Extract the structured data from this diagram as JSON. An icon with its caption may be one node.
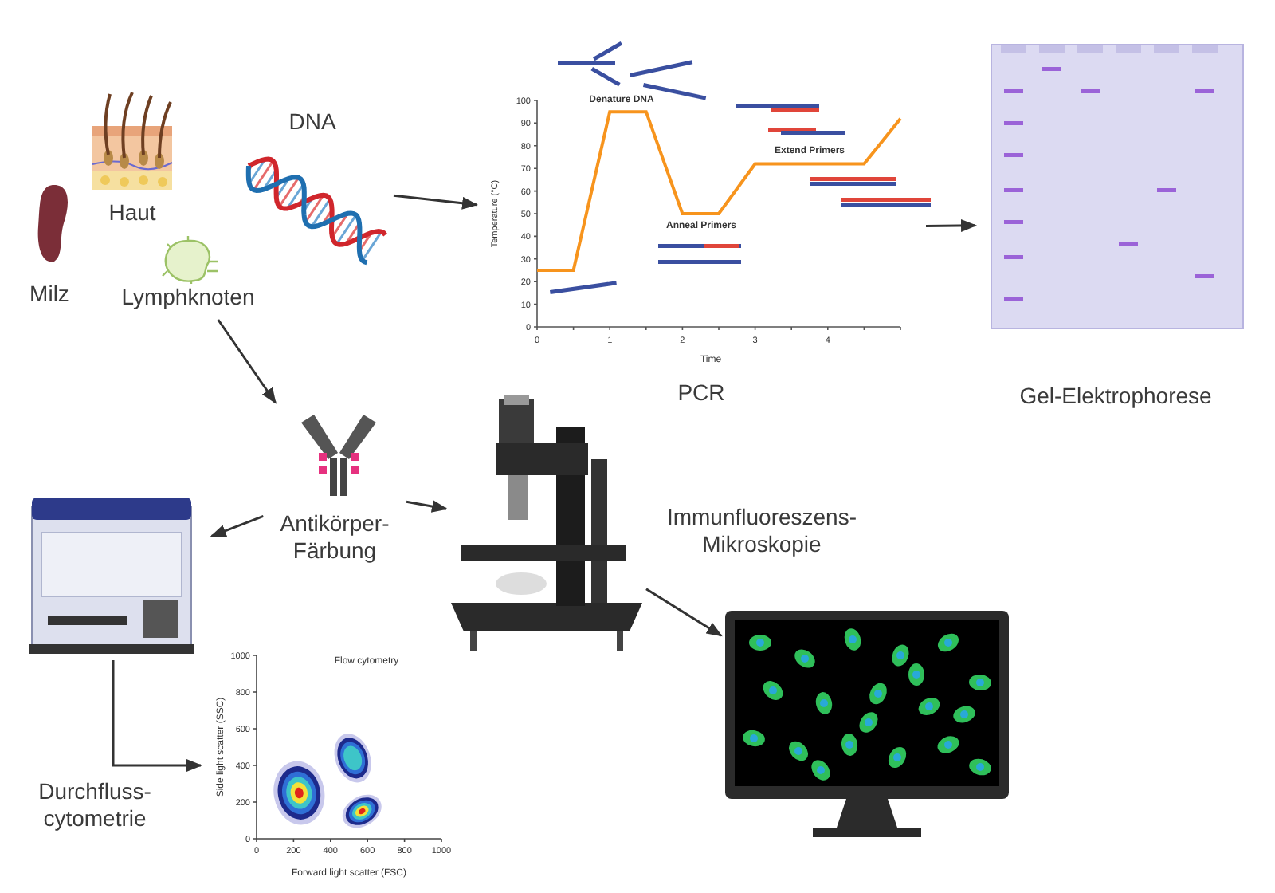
{
  "diagram": {
    "nodes": [
      {
        "text": [
          "Haut"
        ]
      },
      {
        "text": [
          "Milz"
        ]
      },
      {
        "text": [
          "Lymphknoten"
        ]
      },
      {
        "text": [
          "DNA"
        ]
      },
      {
        "text": [
          "PCR"
        ]
      },
      {
        "text": [
          "Gel-Elektrophorese"
        ]
      },
      {
        "text": [
          "Antikörper-Färbung"
        ]
      },
      {
        "text": [],
        "shape": "picture"
      },
      {
        "text": [],
        "shape": "picture",
        "beside": [
          "Immunfluoreszens-Mikroskopie"
        ]
      },
      {
        "text": [
          "Flow cytometry"
        ],
        "beside": [
          "1000",
          "800",
          "600",
          "400",
          "200",
          "0",
          "0",
          "200",
          "400",
          "600",
          "800",
          "1000",
          "Forward light scatter (FSC)",
          "Side light scatter (SSC)"
        ]
      },
      {
        "text": [],
        "shape": "picture"
      }
    ],
    "edges": [
      {
        "from": 3,
        "to": 4,
        "arrow": "to"
      },
      {
        "from": 4,
        "to": 5,
        "arrow": "to"
      },
      {
        "from": 2,
        "to": 6,
        "arrow": "to"
      },
      {
        "from": 6,
        "to": 7,
        "arrow": "to"
      },
      {
        "from": 6,
        "to": 8,
        "arrow": "to"
      },
      {
        "from": 7,
        "to": 9,
        "arrow": "to"
      },
      {
        "from": 8,
        "to": 10,
        "arrow": "to"
      }
    ],
    "labels": [
      "Durchfluss-cytometrie"
    ],
    "chart_data": {
      "type": "line",
      "xlabel": "Time",
      "ylabel": "Temperature (°C)",
      "x": [
        0,
        0.5,
        1,
        1.5,
        2,
        2.5,
        3,
        4.5,
        5
      ],
      "series": [
        {
          "color": "#f7941d",
          "values": [
            25,
            25,
            95,
            95,
            50,
            50,
            72,
            72,
            92
          ]
        }
      ],
      "xlim": [
        0,
        5
      ],
      "ylim": [
        0,
        100
      ],
      "xticks": [
        0,
        1,
        2,
        3,
        4
      ],
      "yticks": [
        0,
        10,
        20,
        30,
        40,
        50,
        60,
        70,
        80,
        90,
        100
      ],
      "annotations": [
        "Denature DNA",
        "Anneal Primers",
        "Extend Primers"
      ]
    }
  }
}
